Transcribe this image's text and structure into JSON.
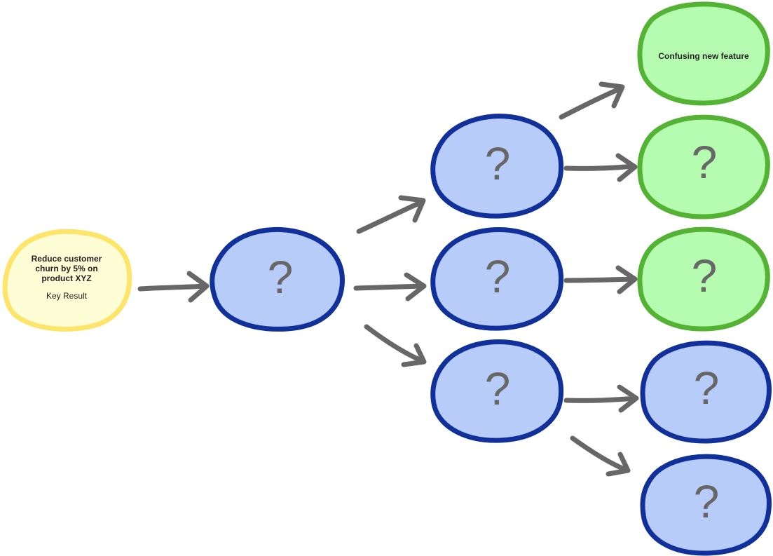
{
  "colors": {
    "root_fill": "#fdfdd6",
    "root_stroke": "#fde56b",
    "blue_fill": "#b7ccf9",
    "blue_stroke": "#12309a",
    "green_fill": "#b6fcb0",
    "green_stroke": "#54b334",
    "arrow": "#676767"
  },
  "nodes": [
    {
      "id": "root",
      "kind": "key-result",
      "title": "Reduce customer churn by 5% on product XYZ",
      "subtitle": "Key Result"
    },
    {
      "id": "n1",
      "kind": "unknown",
      "symbol": "?"
    },
    {
      "id": "n2",
      "kind": "unknown",
      "symbol": "?"
    },
    {
      "id": "n3",
      "kind": "unknown",
      "symbol": "?"
    },
    {
      "id": "n4",
      "kind": "unknown",
      "symbol": "?"
    },
    {
      "id": "g1",
      "kind": "cause",
      "title": "Confusing new feature"
    },
    {
      "id": "g2",
      "kind": "cause",
      "symbol": "?"
    },
    {
      "id": "g3",
      "kind": "cause",
      "symbol": "?"
    },
    {
      "id": "b5",
      "kind": "unknown",
      "symbol": "?"
    },
    {
      "id": "b6",
      "kind": "unknown",
      "symbol": "?"
    }
  ],
  "edges": [
    {
      "from": "root",
      "to": "n1"
    },
    {
      "from": "n1",
      "to": "n2"
    },
    {
      "from": "n1",
      "to": "n3"
    },
    {
      "from": "n1",
      "to": "n4"
    },
    {
      "from": "n2",
      "to": "g1"
    },
    {
      "from": "n2",
      "to": "g2"
    },
    {
      "from": "n3",
      "to": "g3"
    },
    {
      "from": "n4",
      "to": "b5"
    },
    {
      "from": "n4",
      "to": "b6"
    }
  ]
}
